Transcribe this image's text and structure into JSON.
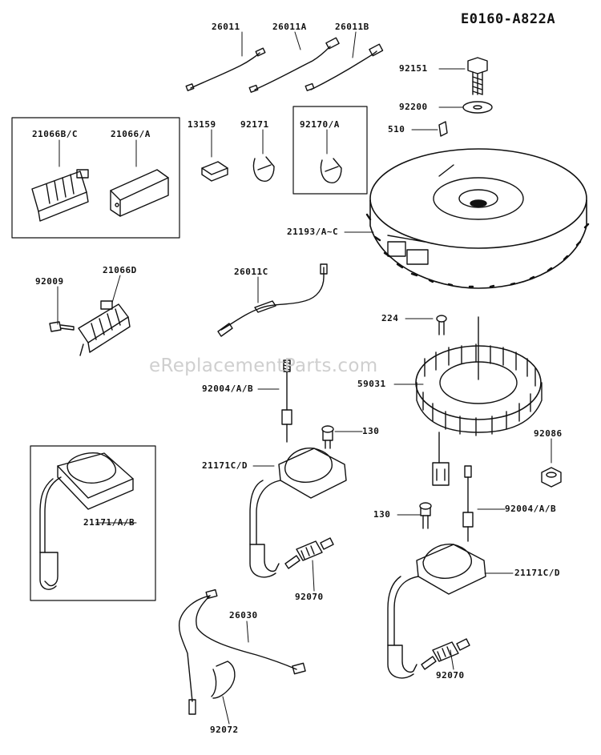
{
  "diagram_code": "E0160-A822A",
  "watermark": "eReplacementParts.com",
  "parts": [
    {
      "id": "26011"
    },
    {
      "id": "26011A"
    },
    {
      "id": "26011B"
    },
    {
      "id": "92151"
    },
    {
      "id": "92200"
    },
    {
      "id": "510"
    },
    {
      "id": "21066B/C"
    },
    {
      "id": "21066/A"
    },
    {
      "id": "13159"
    },
    {
      "id": "92171"
    },
    {
      "id": "92170/A"
    },
    {
      "id": "21193/A~C"
    },
    {
      "id": "92009"
    },
    {
      "id": "21066D"
    },
    {
      "id": "26011C"
    },
    {
      "id": "224"
    },
    {
      "id": "59031"
    },
    {
      "id": "92004/A/B"
    },
    {
      "id": "130"
    },
    {
      "id": "92086"
    },
    {
      "id": "21171C/D"
    },
    {
      "id": "21171/A/B"
    },
    {
      "id": "130"
    },
    {
      "id": "92004/A/B"
    },
    {
      "id": "92070"
    },
    {
      "id": "21171C/D"
    },
    {
      "id": "26030"
    },
    {
      "id": "92070"
    },
    {
      "id": "92072"
    }
  ]
}
